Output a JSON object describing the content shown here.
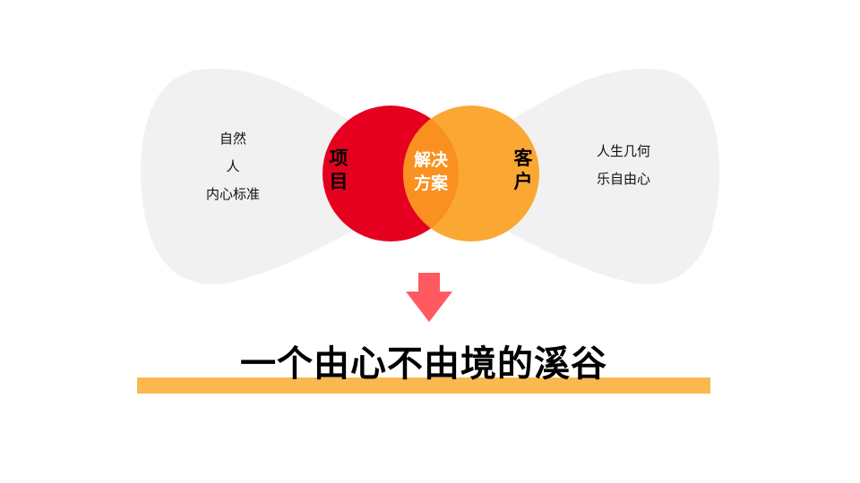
{
  "diagram": {
    "left_lobe": {
      "lines": [
        "自然",
        "人",
        "内心标准"
      ]
    },
    "right_lobe": {
      "lines": [
        "人生几何",
        "乐自由心"
      ]
    },
    "left_circle": {
      "label_chars": [
        "项",
        "目"
      ]
    },
    "right_circle": {
      "label_chars": [
        "客",
        "户"
      ]
    },
    "intersection": {
      "lines": [
        "解决",
        "方案"
      ]
    },
    "arrow": {
      "direction": "down"
    },
    "headline": "一个由心不由境的溪谷"
  },
  "colors": {
    "lobe": "#f1f1f1",
    "red_circle": "#e60020",
    "orange_circle": "#fba733",
    "intersection": "#f9901f",
    "arrow": "#ff5a60",
    "bar": "#fbb850",
    "text": "#000000"
  }
}
